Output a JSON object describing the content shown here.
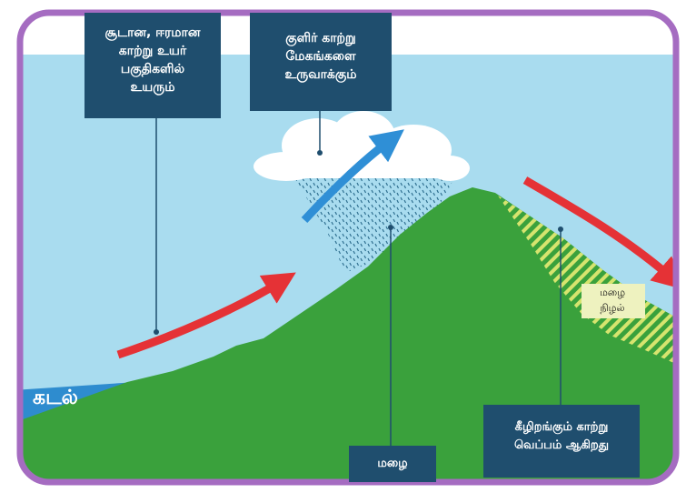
{
  "callouts": {
    "warm_moist_air": [
      "சூடான, ஈரமான",
      "காற்று உயர்",
      "பகுதிகளில்",
      "உயரும்"
    ],
    "cool_air_clouds": [
      "குளிர் காற்று",
      "மேகங்களை",
      "உருவாக்கும்"
    ],
    "rain": "மழை",
    "descending_air": [
      "கீழிறங்கும் காற்று",
      "வெப்பம் ஆகிறது"
    ]
  },
  "labels": {
    "sea": "கடல்",
    "rain_shadow": [
      "மழை",
      "நிழல்"
    ]
  },
  "colors": {
    "frame": "#a56cc1",
    "sky": "#a9dcef",
    "land": "#3aa13c",
    "sea": "#2e8ccf",
    "warm_arrow": "#e53236",
    "cool_arrow": "#2f8fd6",
    "callout": "#1f4e6e",
    "shadow_label": "#eef2bf"
  }
}
